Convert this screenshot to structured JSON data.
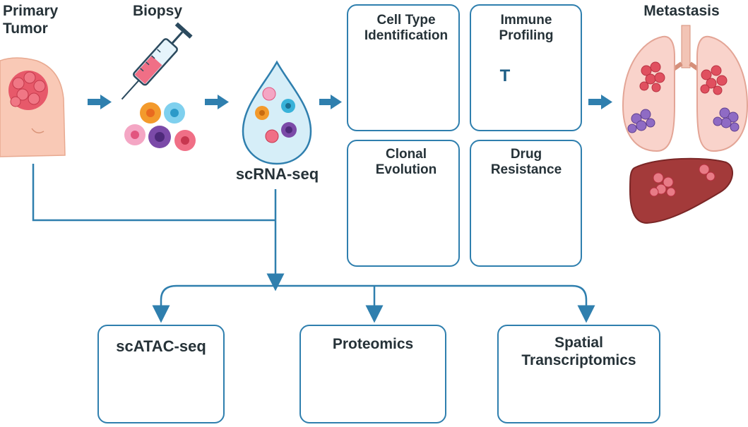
{
  "labels": {
    "primary_tumor": "Primary Tumor",
    "biopsy": "Biopsy",
    "scrna": "scRNA-seq",
    "metastasis": "Metastasis"
  },
  "panels": {
    "cell_type": "Cell Type Identification",
    "immune": "Immune Profiling",
    "clonal": "Clonal Evolution",
    "drug": "Drug Resistance"
  },
  "assays": {
    "scatac": "scATAC-seq",
    "proteomics": "Proteomics",
    "spatial": "Spatial Transcriptomics"
  },
  "immune_cell_letter": "T",
  "colors": {
    "arrow": "#2f7fae",
    "box_border": "#2f7fae",
    "tumor_red": "#e0505f",
    "orange": "#f39a2c",
    "cyan": "#38b2d9",
    "pink": "#ef6b9a",
    "purple": "#7b4aa8",
    "green": "#4aa85a",
    "liver": "#a33a3a"
  }
}
